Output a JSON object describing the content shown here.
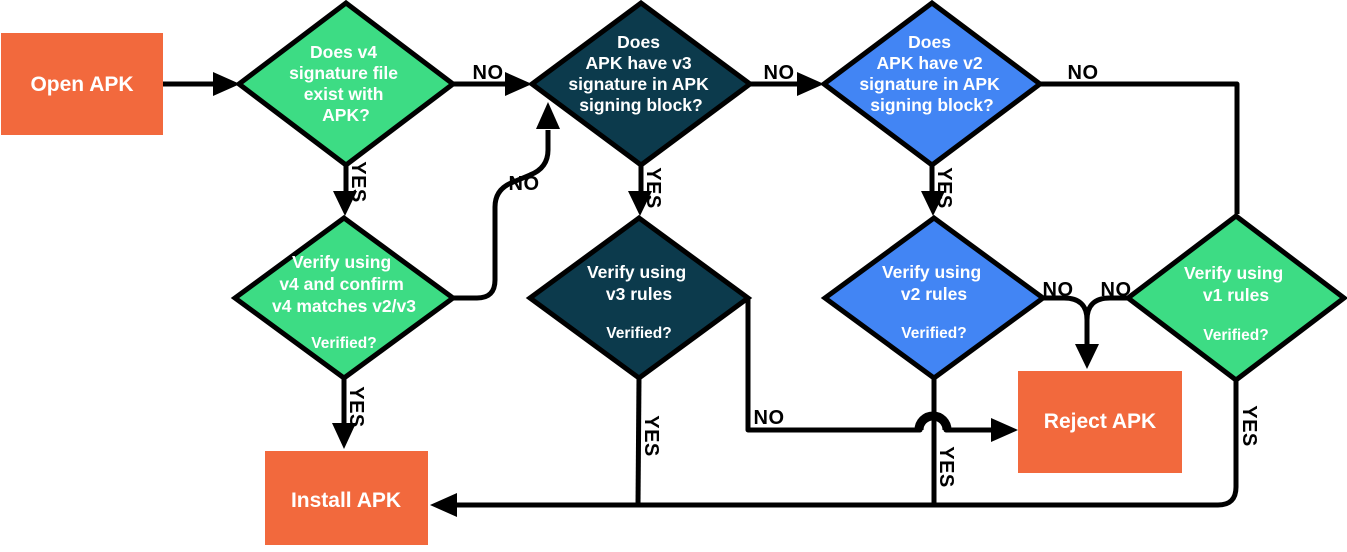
{
  "colors": {
    "orange": "#F2693D",
    "green": "#3DDC84",
    "navy": "#0C3A4C",
    "blue": "#4285F4",
    "line": "#000000",
    "node_text": "#FFFFFF",
    "background": "#FFFFFF"
  },
  "labels": {
    "yes": "YES",
    "no": "NO"
  },
  "nodes": {
    "open_apk": {
      "label": "Open APK"
    },
    "q_v4_exists": {
      "lines": [
        "Does v4",
        "signature file",
        "exist with",
        "APK?"
      ]
    },
    "q_v3_block": {
      "lines": [
        "Does",
        "APK have v3",
        "signature in APK",
        "signing block?"
      ]
    },
    "q_v2_block": {
      "lines": [
        "Does",
        "APK have v2",
        "signature in APK",
        "signing block?"
      ]
    },
    "verify_v4": {
      "lines": [
        "Verify using",
        "v4 and confirm",
        "v4 matches v2/v3"
      ],
      "question": "Verified?"
    },
    "verify_v3": {
      "lines": [
        "Verify using",
        "v3 rules"
      ],
      "question": "Verified?"
    },
    "verify_v2": {
      "lines": [
        "Verify using",
        "v2 rules"
      ],
      "question": "Verified?"
    },
    "verify_v1": {
      "lines": [
        "Verify using",
        "v1 rules"
      ],
      "question": "Verified?"
    },
    "install_apk": {
      "label": "Install APK"
    },
    "reject_apk": {
      "label": "Reject APK"
    }
  }
}
